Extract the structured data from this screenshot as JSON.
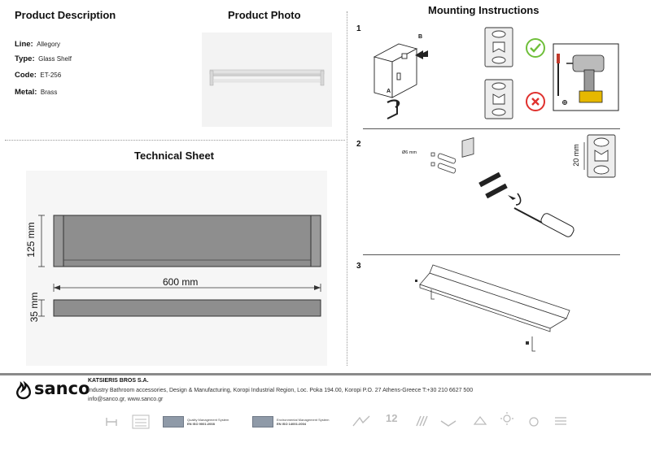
{
  "headings": {
    "product_description": "Product Description",
    "product_photo": "Product Photo",
    "mounting_instructions": "Mounting Instructions",
    "technical_sheet": "Technical Sheet"
  },
  "specs": [
    {
      "label": "Line:",
      "value": "Allegory"
    },
    {
      "label": "Type:",
      "value": "Glass Shelf"
    },
    {
      "label": "Code:",
      "value": "ET-256"
    },
    {
      "label": "Metal:",
      "value": "Brass"
    }
  ],
  "technical": {
    "height_label": "125 mm",
    "width_label": "600 mm",
    "depth_label": "35 mm"
  },
  "mounting": {
    "steps": [
      "1",
      "2",
      "3"
    ],
    "label_a": "A",
    "label_b": "B",
    "drill_diameter": "Ø6 mm",
    "spacing": "20 mm"
  },
  "footer": {
    "logo": "sanco",
    "company": "KATSIERIS BROS S.A.",
    "line1": "Industry Bathroom accessories, Design & Manufacturing, Koropi Industrial Region, Loc. Poka 194.00, Koropi P.O. 27  Athens-Greece   T:+30 210 6627 500",
    "line2": "info@sanco.gr, www.sanco.gr",
    "cert1_line1": "Quality Management System",
    "cert1_line2": "EN ISO 9001:2008",
    "cert2_line1": "Environmental Management System",
    "cert2_line2": "EN ISO 14001:2004",
    "warranty_years": "12"
  },
  "colors": {
    "check": "#6fbf3a",
    "cross": "#e0312e",
    "shelf_grey": "#8e8e8e",
    "footer_rule": "#8a8a8a"
  }
}
